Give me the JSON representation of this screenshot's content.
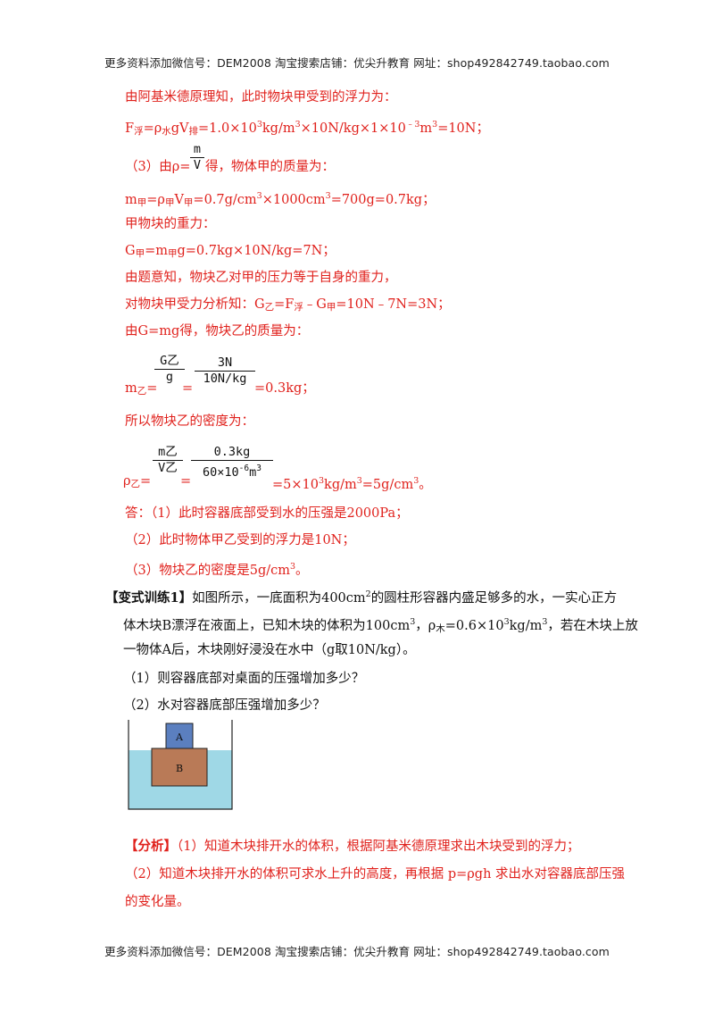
{
  "header": {
    "text": "更多资料添加微信号：DEM2008    淘宝搜索店铺：优尖升教育  网址：shop492842749.taobao.com"
  },
  "footer": {
    "text": "更多资料添加微信号：DEM2008    淘宝搜索店铺：优尖升教育  网址：shop492842749.taobao.com"
  },
  "solution": {
    "l1": "由阿基米德原理知，此时物块甲受到的浮力为：",
    "l2": {
      "a": "F",
      "a_sub": "浮",
      "b": "=ρ",
      "b_sub": "水",
      "c": "gV",
      "c_sub": "排",
      "d": "=1.0×10",
      "d_sup": "3",
      "e": "kg/m",
      "e_sup": "3",
      "f": "×10N/kg×1×10",
      "f_sup": "﹣3",
      "g": "m",
      "g_sup": "3",
      "h": "=10N；"
    },
    "l3": {
      "prefix": "（3）由ρ=",
      "num": "m",
      "den": "V",
      "suffix": "得，物体甲的质量为："
    },
    "l4": {
      "a": "m",
      "a_sub": "甲",
      "b": "=ρ",
      "b_sub": "甲",
      "c": "V",
      "c_sub": "甲",
      "d": "=0.7g/cm",
      "d_sup": "3",
      "e": "×1000cm",
      "e_sup": "3",
      "f": "=700g=0.7kg；"
    },
    "l5": "甲物块的重力：",
    "l6": {
      "a": "G",
      "a_sub": "甲",
      "b": "=m",
      "b_sub": "甲",
      "c": "g=0.7kg×10N/kg=7N；"
    },
    "l7": "由题意知，物块乙对甲的压力等于自身的重力，",
    "l8": {
      "a": "对物块甲受力分析知：G",
      "a_sub": "乙",
      "b": "=F",
      "b_sub": "浮",
      "c": "﹣G",
      "c_sub": "甲",
      "d": "=10N﹣7N=3N；"
    },
    "l9": "由G=mg得，物块乙的质量为：",
    "l10": {
      "a": "m",
      "a_sub": "乙",
      "eq1": "=",
      "f1_num": "G乙",
      "f1_den": "g",
      "eq2": "=",
      "f2_num": "3N",
      "f2_den": "10N/kg",
      "result": "=0.3kg；"
    },
    "l11": "所以物块乙的密度为：",
    "l12": {
      "a": "ρ",
      "a_sub": "乙",
      "eq1": "=",
      "f1_num": "m乙",
      "f1_den": "V乙",
      "eq2": "=",
      "f2_num": "0.3kg",
      "f2_den": "60×10",
      "f2_den_sup": "-6",
      "f2_den_tail": "m",
      "f2_den_tail_sup": "3",
      "r1": "=5×10",
      "r1_sup": "3",
      "r2": "kg/m",
      "r2_sup": "3",
      "r3": "=5g/cm",
      "r3_sup": "3",
      "r4": "。"
    },
    "ans1": "答：（1）此时容器底部受到水的压强是2000Pa；",
    "ans2": "（2）此时物体甲乙受到的浮力是10N；",
    "ans3": {
      "a": "（3）物块乙的密度是5g/cm",
      "a_sup": "3",
      "b": "。"
    }
  },
  "exercise": {
    "tag": "【变式训练1】",
    "l1a": "如图所示，一底面积为400cm",
    "l1a_sup": "2",
    "l1b": "的圆柱形容器内盛足够多的水，一实心正方",
    "l2a": "体木块B漂浮在液面上，已知木块的体积为100cm",
    "l2a_sup": "3",
    "l2b": "，ρ",
    "l2b_sub": "木",
    "l2c": "=0.6×10",
    "l2c_sup": "3",
    "l2d": "kg/m",
    "l2d_sup": "3",
    "l2e": "，若在木块上放",
    "l3": "一物体A后，木块刚好浸没在水中（g取10N/kg）。",
    "q1": "（1）则容器底部对桌面的压强增加多少？",
    "q2": "（2）水对容器底部压强增加多少？"
  },
  "figure": {
    "label_a": "A",
    "label_b": "B",
    "water_color": "#9fd8e6",
    "a_color": "#5b7fbf",
    "b_color": "#b97a57"
  },
  "analysis": {
    "tag": "【分析】",
    "l1": "（1）知道木块排开水的体积，根据阿基米德原理求出木块受到的浮力；",
    "l2": "（2）知道木块排开水的体积可求水上升的高度，再根据 p=ρgh 求出水对容器底部压强",
    "l3": "的变化量。"
  }
}
